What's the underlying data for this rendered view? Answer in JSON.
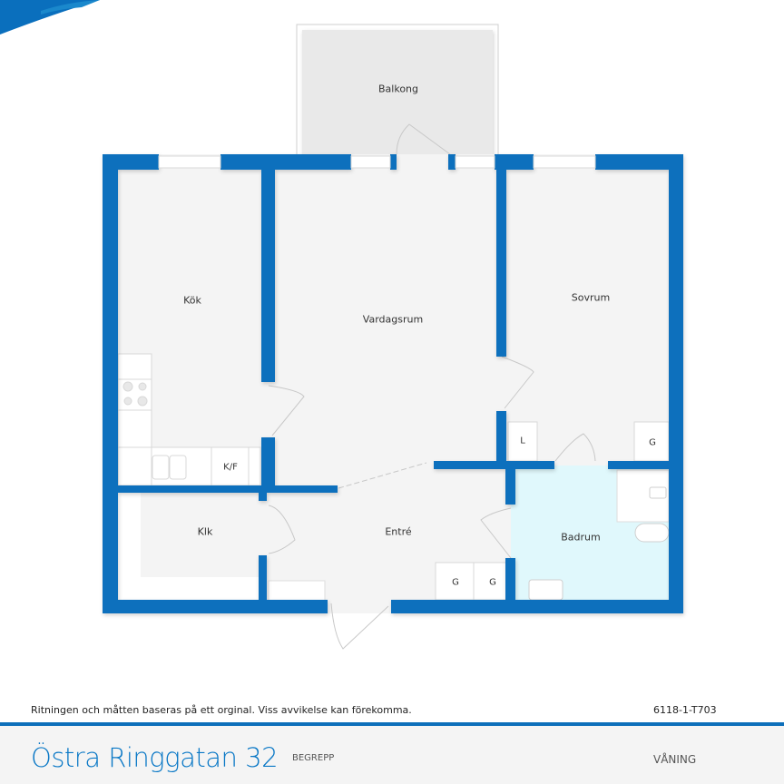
{
  "floorplan": {
    "rooms": [
      {
        "id": "balkong",
        "label": "Balkong"
      },
      {
        "id": "kok",
        "label": "Kök"
      },
      {
        "id": "vardagsrum",
        "label": "Vardagsrum"
      },
      {
        "id": "sovrum",
        "label": "Sovrum"
      },
      {
        "id": "klk",
        "label": "Klk"
      },
      {
        "id": "entre",
        "label": "Entré"
      },
      {
        "id": "badrum",
        "label": "Badrum"
      }
    ],
    "fixtures": {
      "kf": "K/F",
      "linen": "L",
      "wardrobe_sovrum": "G",
      "wardrobe_entre_1": "G",
      "wardrobe_entre_2": "G"
    },
    "colors": {
      "wall": "#0a6fbd",
      "floor": "#f4f4f4",
      "balcony": "#e8e8e8",
      "bathroom": "#e0f8fc"
    }
  },
  "footer": {
    "disclaimer": "Ritningen och måtten baseras på ett orginal. Viss avvikelse kan förekomma.",
    "plan_code": "6118-1-T703",
    "address": "Östra Ringgatan 32",
    "begrepp_label": "BEGREPP",
    "vaning_label": "VÅNING",
    "accent_color": "#0a78c6"
  }
}
